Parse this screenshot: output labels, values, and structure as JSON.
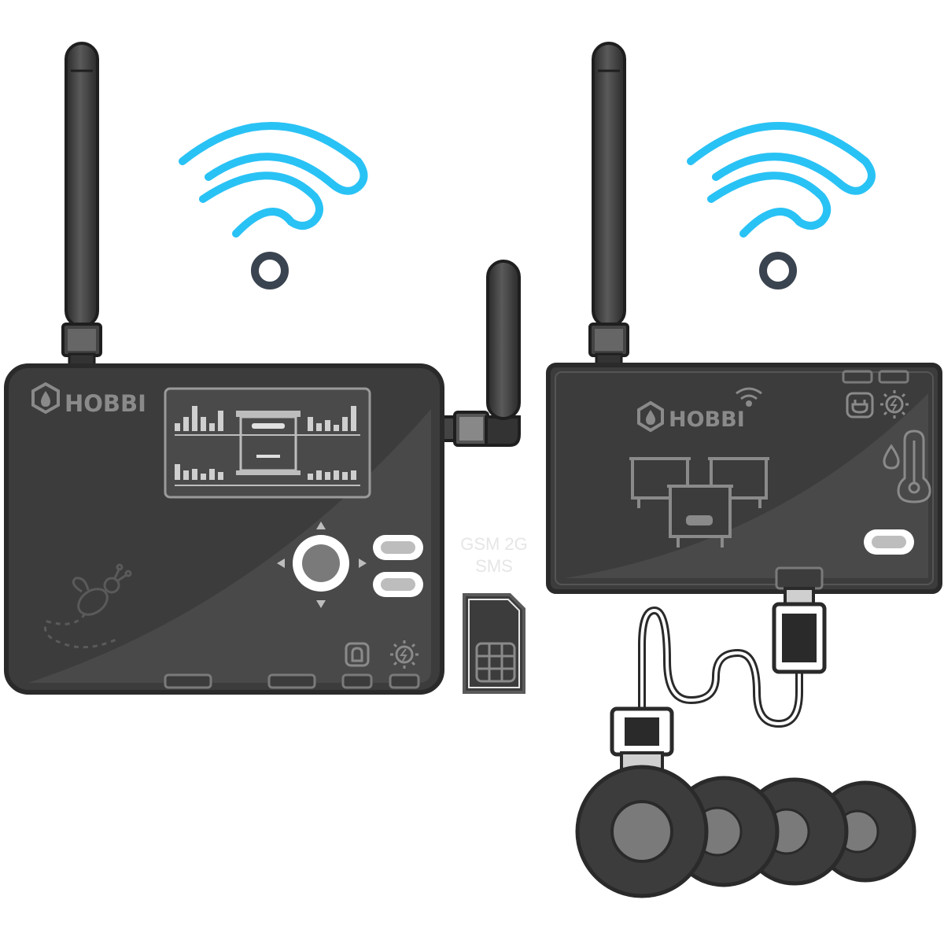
{
  "colors": {
    "wifi_arc": "#29c2f5",
    "wifi_dot": "#3a4450",
    "device_body": "#3c3c3c",
    "device_outline": "#2a2a2a",
    "device_highlight": "#4a4a4a",
    "panel_line": "#8a8a8a",
    "antenna": "#2f2f2f"
  },
  "gateway": {
    "brand": "HOBBI",
    "logo": "drop-hexagon-icon",
    "mascot": "bee-icon",
    "buttons": [
      "pill-button-top",
      "pill-button-bottom"
    ],
    "indicators": [
      "power-lock-icon",
      "solar-icon"
    ]
  },
  "gsm_module": {
    "label_line1": "GSM 2G",
    "label_line2": "SMS",
    "card": "sim-card-icon"
  },
  "node": {
    "brand": "HOBBI",
    "logo": "drop-hexagon-icon",
    "wifi_badge": "wifi-icon",
    "indicators": [
      "plug-icon",
      "solar-icon",
      "humidity-thermometer-icon"
    ],
    "hives_icon": "beehives-icon"
  },
  "sensors": {
    "connector": "usb-connector-icon",
    "count_icon": "weight-pad-icon"
  }
}
